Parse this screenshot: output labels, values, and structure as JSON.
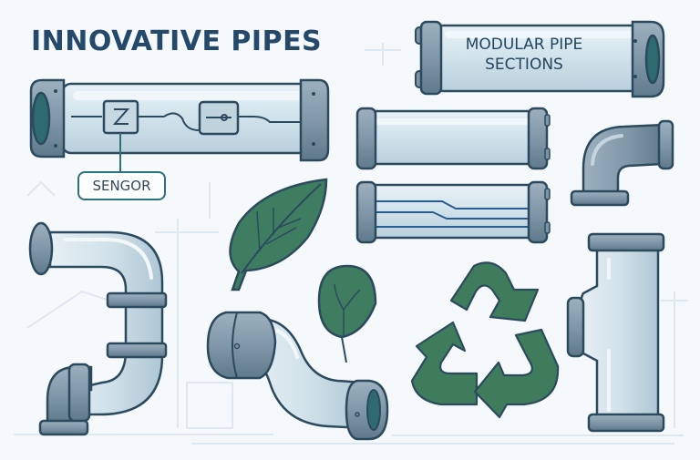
{
  "title": "INNOVATIVE PIPES",
  "labels": {
    "sensor": "SENGOR",
    "modular_line1": "MODULAR PIPE",
    "modular_line2": "SECTIONS"
  },
  "colors": {
    "background": "#f6f9fc",
    "title": "#24496a",
    "outline": "#2c4a5e",
    "pipe_metal": "#7d95a6",
    "pipe_metal_dark": "#5f7a8c",
    "pipe_glass": "#d4e4ec",
    "leaf_green": "#3f7d60",
    "recycle_green": "#3e7c5c",
    "sensor_teal": "#2f6f7a",
    "wire_blue": "#2a5d8f"
  },
  "elements": [
    "sensor-pipe",
    "modular-pipe-sections",
    "straight-pipe",
    "fiber-pipe",
    "elbow-pipe",
    "s-shaped-pipe",
    "offset-pipe",
    "large-leaf",
    "small-leaf",
    "recycle-symbol",
    "tee-pipe"
  ]
}
